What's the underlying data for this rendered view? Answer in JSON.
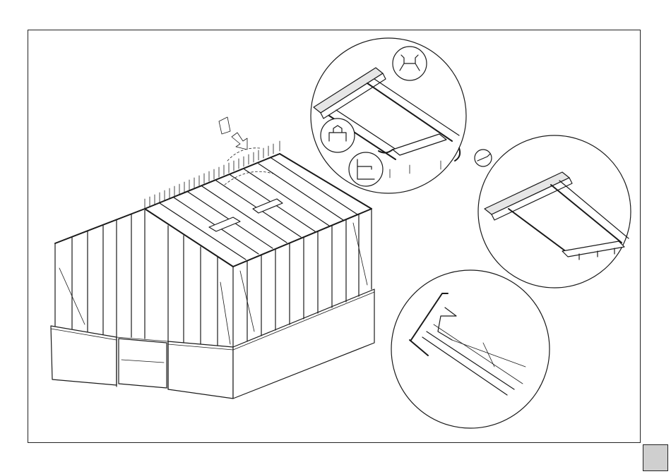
{
  "diagram": {
    "subject": "greenhouse-roof-vent-assembly",
    "callouts": [
      {
        "name": "roof-vent-opening-detail"
      },
      {
        "name": "vent-closed-detail"
      },
      {
        "name": "glazing-profile-detail"
      }
    ]
  },
  "page_tab": {
    "label": ""
  }
}
